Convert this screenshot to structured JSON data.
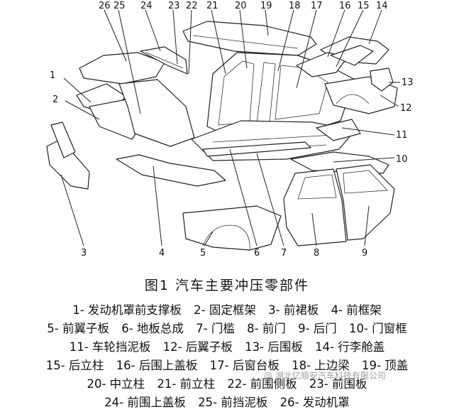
{
  "figure": {
    "caption": "图1  汽车主要冲压零部件",
    "callout_numbers": [
      "1",
      "2",
      "3",
      "4",
      "5",
      "6",
      "7",
      "8",
      "9",
      "10",
      "11",
      "12",
      "13",
      "14",
      "15",
      "16",
      "17",
      "18",
      "19",
      "20",
      "21",
      "22",
      "23",
      "24",
      "25",
      "26"
    ]
  },
  "legend": {
    "rows": [
      [
        "1- 发动机罩前支撑板",
        "2- 固定框架",
        "3- 前裙板",
        "4- 前框架"
      ],
      [
        "5- 前翼子板",
        "6- 地板总成",
        "7- 门槛",
        "8- 前门",
        "9- 后门",
        "10- 门窗框"
      ],
      [
        "11- 车轮挡泥板",
        "12- 后翼子板",
        "13- 后围板",
        "14- 行李舱盖"
      ],
      [
        "15- 后立柱",
        "16- 后围上盖板",
        "17- 后窗台板",
        "18- 上边梁",
        "19- 顶盖"
      ],
      [
        "20- 中立柱",
        "21- 前立柱",
        "22- 前围侧板",
        "23- 前围板"
      ],
      [
        "24- 前围上盖板",
        "25- 前挡泥板",
        "26- 发动机罩"
      ]
    ]
  },
  "watermark": "@ 湖北亿顺安汽车科技有限公司"
}
